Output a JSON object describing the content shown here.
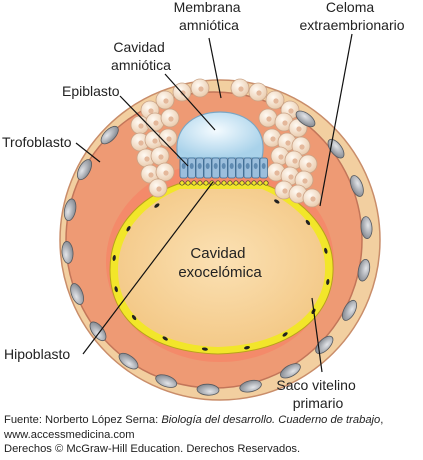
{
  "labels": {
    "membrana_amniotica": [
      "Membrana",
      "amniótica"
    ],
    "celoma_extraembrionario": [
      "Celoma",
      "extraembrionario"
    ],
    "cavidad_amniotica": [
      "Cavidad",
      "amniótica"
    ],
    "epiblasto": "Epiblasto",
    "trofoblasto": "Trofoblasto",
    "cavidad_exocelomica": [
      "Cavidad",
      "exocelómica"
    ],
    "hipoblasto": "Hipoblasto",
    "saco_vitelino_primario": [
      "Saco vitelino",
      "primario"
    ]
  },
  "caption": {
    "source_prefix": "Fuente: Norberto López Serna: ",
    "source_title": "Biología del desarrollo. Cuaderno de trabajo",
    "source_suffix": ",",
    "website": "www.accessmedicina.com",
    "rights": "Derechos © McGraw-Hill Education. Derechos Reservados."
  },
  "colors": {
    "outer_trophoblast": "#f2cfa0",
    "trophoblast": "#ee9a74",
    "coelom": "#f48a6a",
    "yolk_sac": "#f7d49a",
    "yolk_membrane": "#f2e62a",
    "amniotic_cavity": "#cfe6f2",
    "epiblast": "#9bbedc",
    "nucleus": "#9a9ea6"
  }
}
